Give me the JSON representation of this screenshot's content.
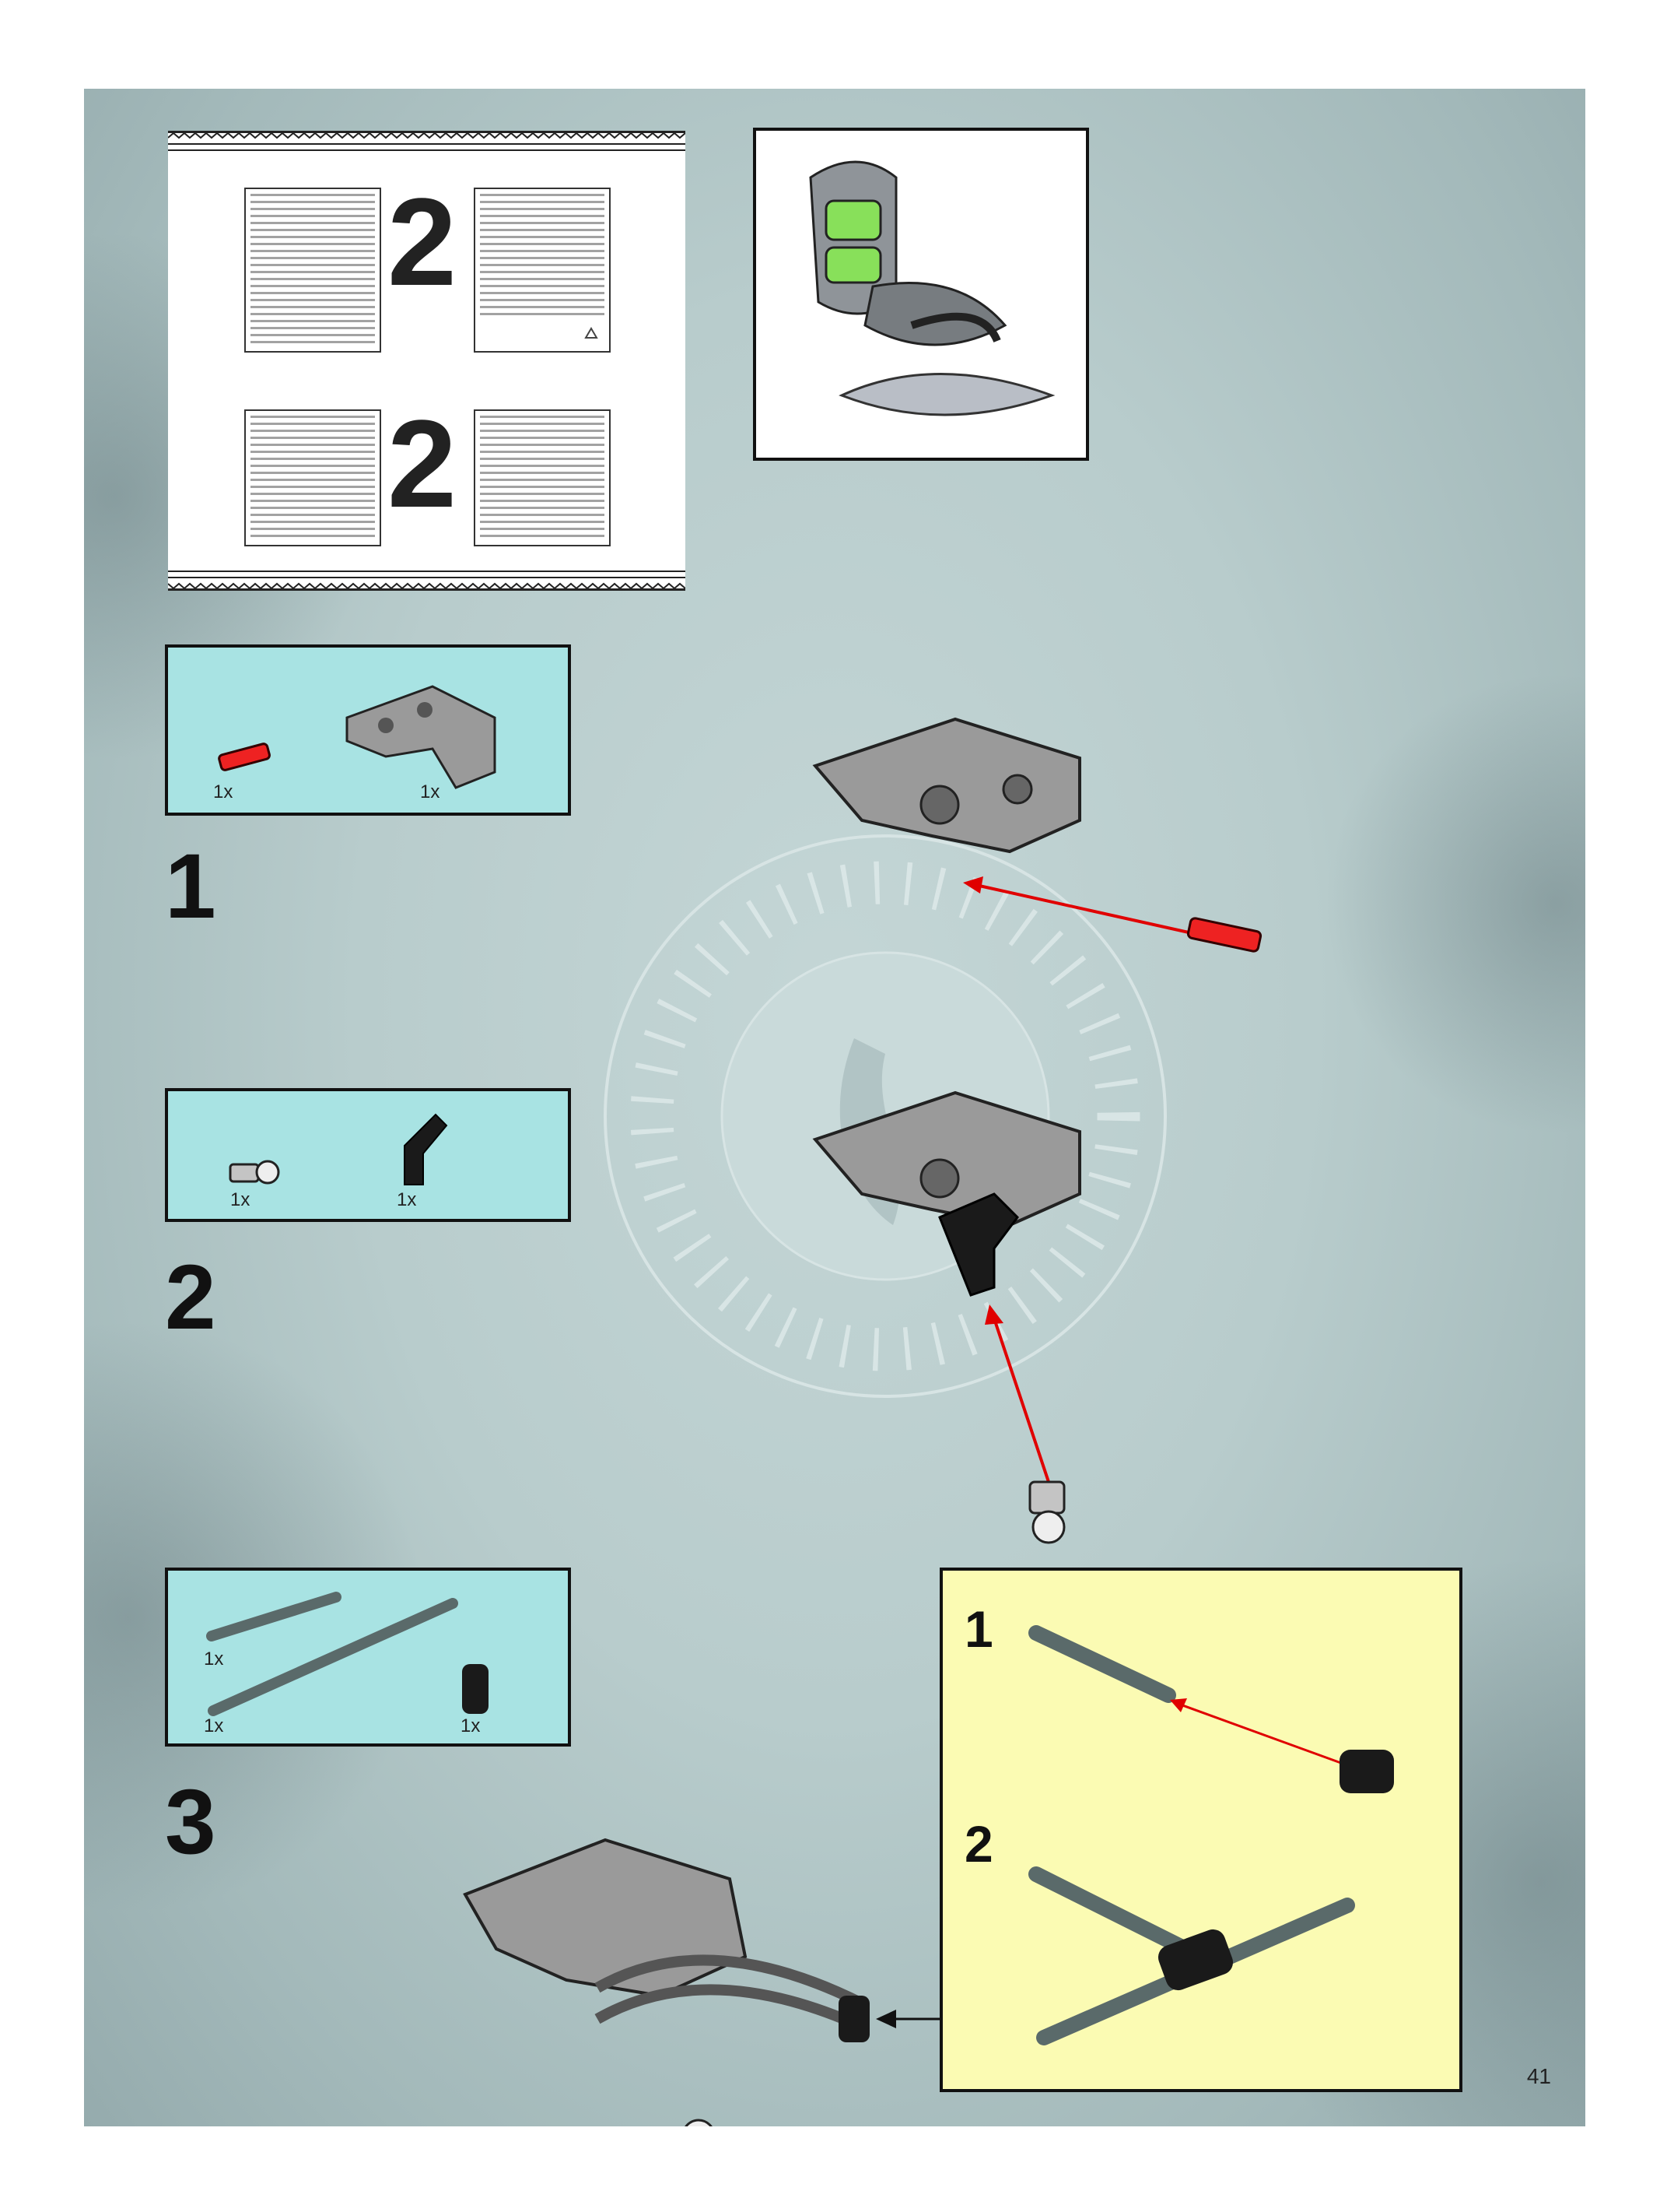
{
  "page_number": "41",
  "bags": [
    {
      "number": "2"
    },
    {
      "number": "2"
    }
  ],
  "steps": [
    {
      "number": "1",
      "parts": [
        {
          "qty": "1x",
          "name": "red-axle-pin"
        },
        {
          "qty": "1x",
          "name": "grey-frame"
        }
      ]
    },
    {
      "number": "2",
      "parts": [
        {
          "qty": "1x",
          "name": "ball-joint-pin"
        },
        {
          "qty": "1x",
          "name": "black-angle-connector"
        }
      ]
    },
    {
      "number": "3",
      "parts": [
        {
          "qty": "1x",
          "name": "short-axle"
        },
        {
          "qty": "1x",
          "name": "long-axle"
        },
        {
          "qty": "1x",
          "name": "black-connector"
        }
      ]
    }
  ],
  "substeps": [
    {
      "number": "1"
    },
    {
      "number": "2"
    }
  ],
  "colors": {
    "parts_box": "#a8e3e3",
    "substep_box": "#fbfbb3",
    "arrow": "#e00000",
    "grey_part": "#9a9a9a",
    "black_part": "#1a1a1a",
    "green_part": "#88e05a"
  },
  "icons": [
    "recycle-icon",
    "arrow-icon"
  ]
}
